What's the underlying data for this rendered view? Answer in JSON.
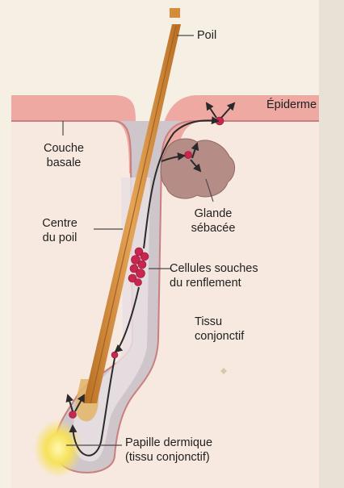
{
  "labels": {
    "poil": "Poil",
    "epiderme": "Épiderme",
    "couche_basale": "Couche\nbasale",
    "centre_poil": "Centre\ndu poil",
    "glande_sebacee": "Glande\nsébacée",
    "cellules_souches": "Cellules souches\ndu renflement",
    "tissu_conjonctif": "Tissu\nconjonctif",
    "papille_dermique": "Papille dermique\n(tissu conjonctif)"
  },
  "colors": {
    "epidermis": "#eda9a2",
    "dermis": "#f7e9df",
    "follicle_outer": "#cfc6cc",
    "hair_shaft": "#d48c3a",
    "stem_cells": "#c8264e",
    "papilla_glow": "#f7e15a",
    "arrow": "#2a2a2a"
  }
}
